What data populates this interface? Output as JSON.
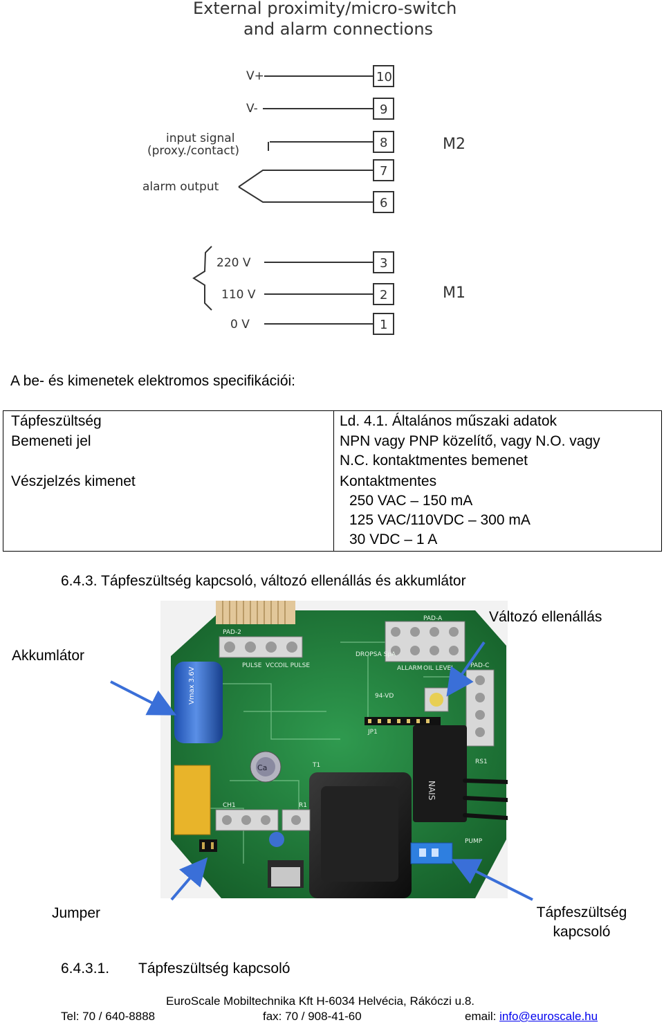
{
  "diagram": {
    "title_line1": "External proximity/micro-switch",
    "title_line2": "and alarm connections",
    "terminals_m2": [
      "10",
      "9",
      "8",
      "7",
      "6"
    ],
    "terminals_m1": [
      "3",
      "2",
      "1"
    ],
    "labels": {
      "vplus": "V+",
      "vminus": "V-",
      "input1": "input signal",
      "input2": "(proxy./contact)",
      "alarm": "alarm output",
      "v220": "220 V",
      "v110": "110 V",
      "v0": "0 V",
      "m2": "M2",
      "m1": "M1"
    }
  },
  "specs": {
    "intro": "A be- és kimenetek elektromos specifikációi:",
    "rows": [
      {
        "name": "Tápfeszültség",
        "lines": [
          "Ld. 4.1. Általános műszaki adatok"
        ]
      },
      {
        "name": "Bemeneti jel",
        "lines": [
          "NPN vagy PNP közelítő, vagy N.O. vagy",
          "N.C. kontaktmentes bemenet"
        ]
      },
      {
        "name": "Vészjelzés kimenet",
        "lines": [
          "Kontaktmentes",
          "250 VAC – 150 mA",
          "125 VAC/110VDC – 300 mA",
          "30 VDC – 1 A"
        ]
      }
    ]
  },
  "section": {
    "heading": "6.4.3. Tápfeszültség kapcsoló, változó ellenállás és akkumlátor",
    "photo_labels": {
      "battery": "Akkumlátor",
      "pot": "Változó ellenállás",
      "jumper": "Jumper",
      "switch_line1": "Tápfeszültség",
      "switch_line2": "kapcsoló"
    },
    "pcb_text": {
      "pad2": "PAD-2",
      "pada": "PAD-A",
      "padc": "PAD-C",
      "pulse": "PULSE",
      "vcc": "VCC",
      "oil_pulse": "OIL PULSE",
      "dropsa": "DROPSA SpA",
      "allarm": "ALLARM",
      "oil_level": "OIL LEVEL",
      "board_no": "94-VD",
      "pump": "PUMP",
      "t1": "T1",
      "ch1": "CH1",
      "r1": "R1",
      "jp1": "JP1",
      "rs1": "RS1",
      "relay": "NAIS",
      "cap": "Ca",
      "battery_text": "Vmax 3.6V"
    },
    "sub_heading_num": "6.4.3.1.",
    "sub_heading_text": "Tápfeszültség kapcsoló"
  },
  "footer": {
    "company": "EuroScale Mobiltechnika Kft H-6034 Helvécia, Rákóczi u.8.",
    "tel": "Tel: 70 / 640-8888",
    "fax": "fax: 70 / 908-41-60",
    "email_label": "email: ",
    "email": "info@euroscale.hu"
  },
  "colors": {
    "pcb_green": "#1f7a3a",
    "arrow_blue": "#3a6fd8",
    "link_blue": "#0000ee"
  }
}
